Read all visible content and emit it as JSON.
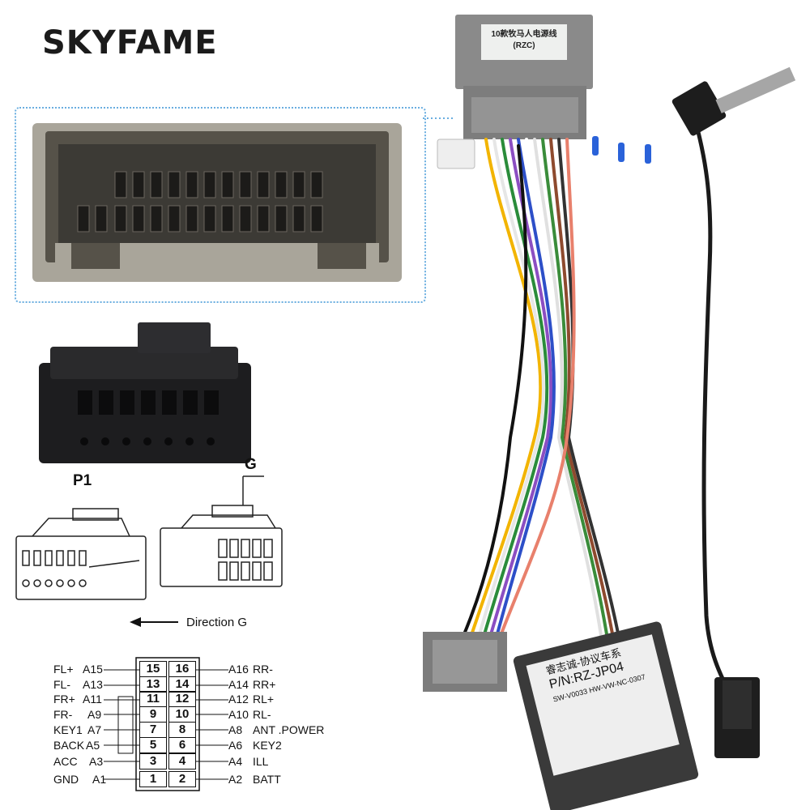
{
  "brand": "SKYFAME",
  "watermark": "SKYFAME",
  "connector_top_label": {
    "line1": "10款牧马人电源线",
    "line2": "(RZC)"
  },
  "diagram": {
    "p1_label": "P1",
    "g_label": "G",
    "direction_label": "Direction G"
  },
  "pinout": {
    "left": [
      {
        "name": "FL+",
        "code": "A15",
        "pin": "15"
      },
      {
        "name": "FL-",
        "code": "A13",
        "pin": "13"
      },
      {
        "name": "FR+",
        "code": "A11",
        "pin": "11"
      },
      {
        "name": "FR-",
        "code": "A9",
        "pin": "9"
      },
      {
        "name": "KEY1",
        "code": "A7",
        "pin": "7"
      },
      {
        "name": "BACK",
        "code": "A5",
        "pin": "5"
      },
      {
        "name": "ACC",
        "code": "A3",
        "pin": "3"
      },
      {
        "name": "GND",
        "code": "A1",
        "pin": "1"
      }
    ],
    "right": [
      {
        "pin": "16",
        "code": "A16",
        "name": "RR-"
      },
      {
        "pin": "14",
        "code": "A14",
        "name": "RR+"
      },
      {
        "pin": "12",
        "code": "A12",
        "name": "RL+"
      },
      {
        "pin": "10",
        "code": "A10",
        "name": "RL-"
      },
      {
        "pin": "8",
        "code": "A8",
        "name": "ANT .POWER"
      },
      {
        "pin": "6",
        "code": "A6",
        "name": "KEY2"
      },
      {
        "pin": "4",
        "code": "A4",
        "name": "ILL"
      },
      {
        "pin": "2",
        "code": "A2",
        "name": "BATT"
      }
    ]
  },
  "module": {
    "line1": "睿志诚-协议车系",
    "line2": "P/N:RZ-JP04",
    "line3": "SW-V0033 HW-VW-NC-0307"
  }
}
